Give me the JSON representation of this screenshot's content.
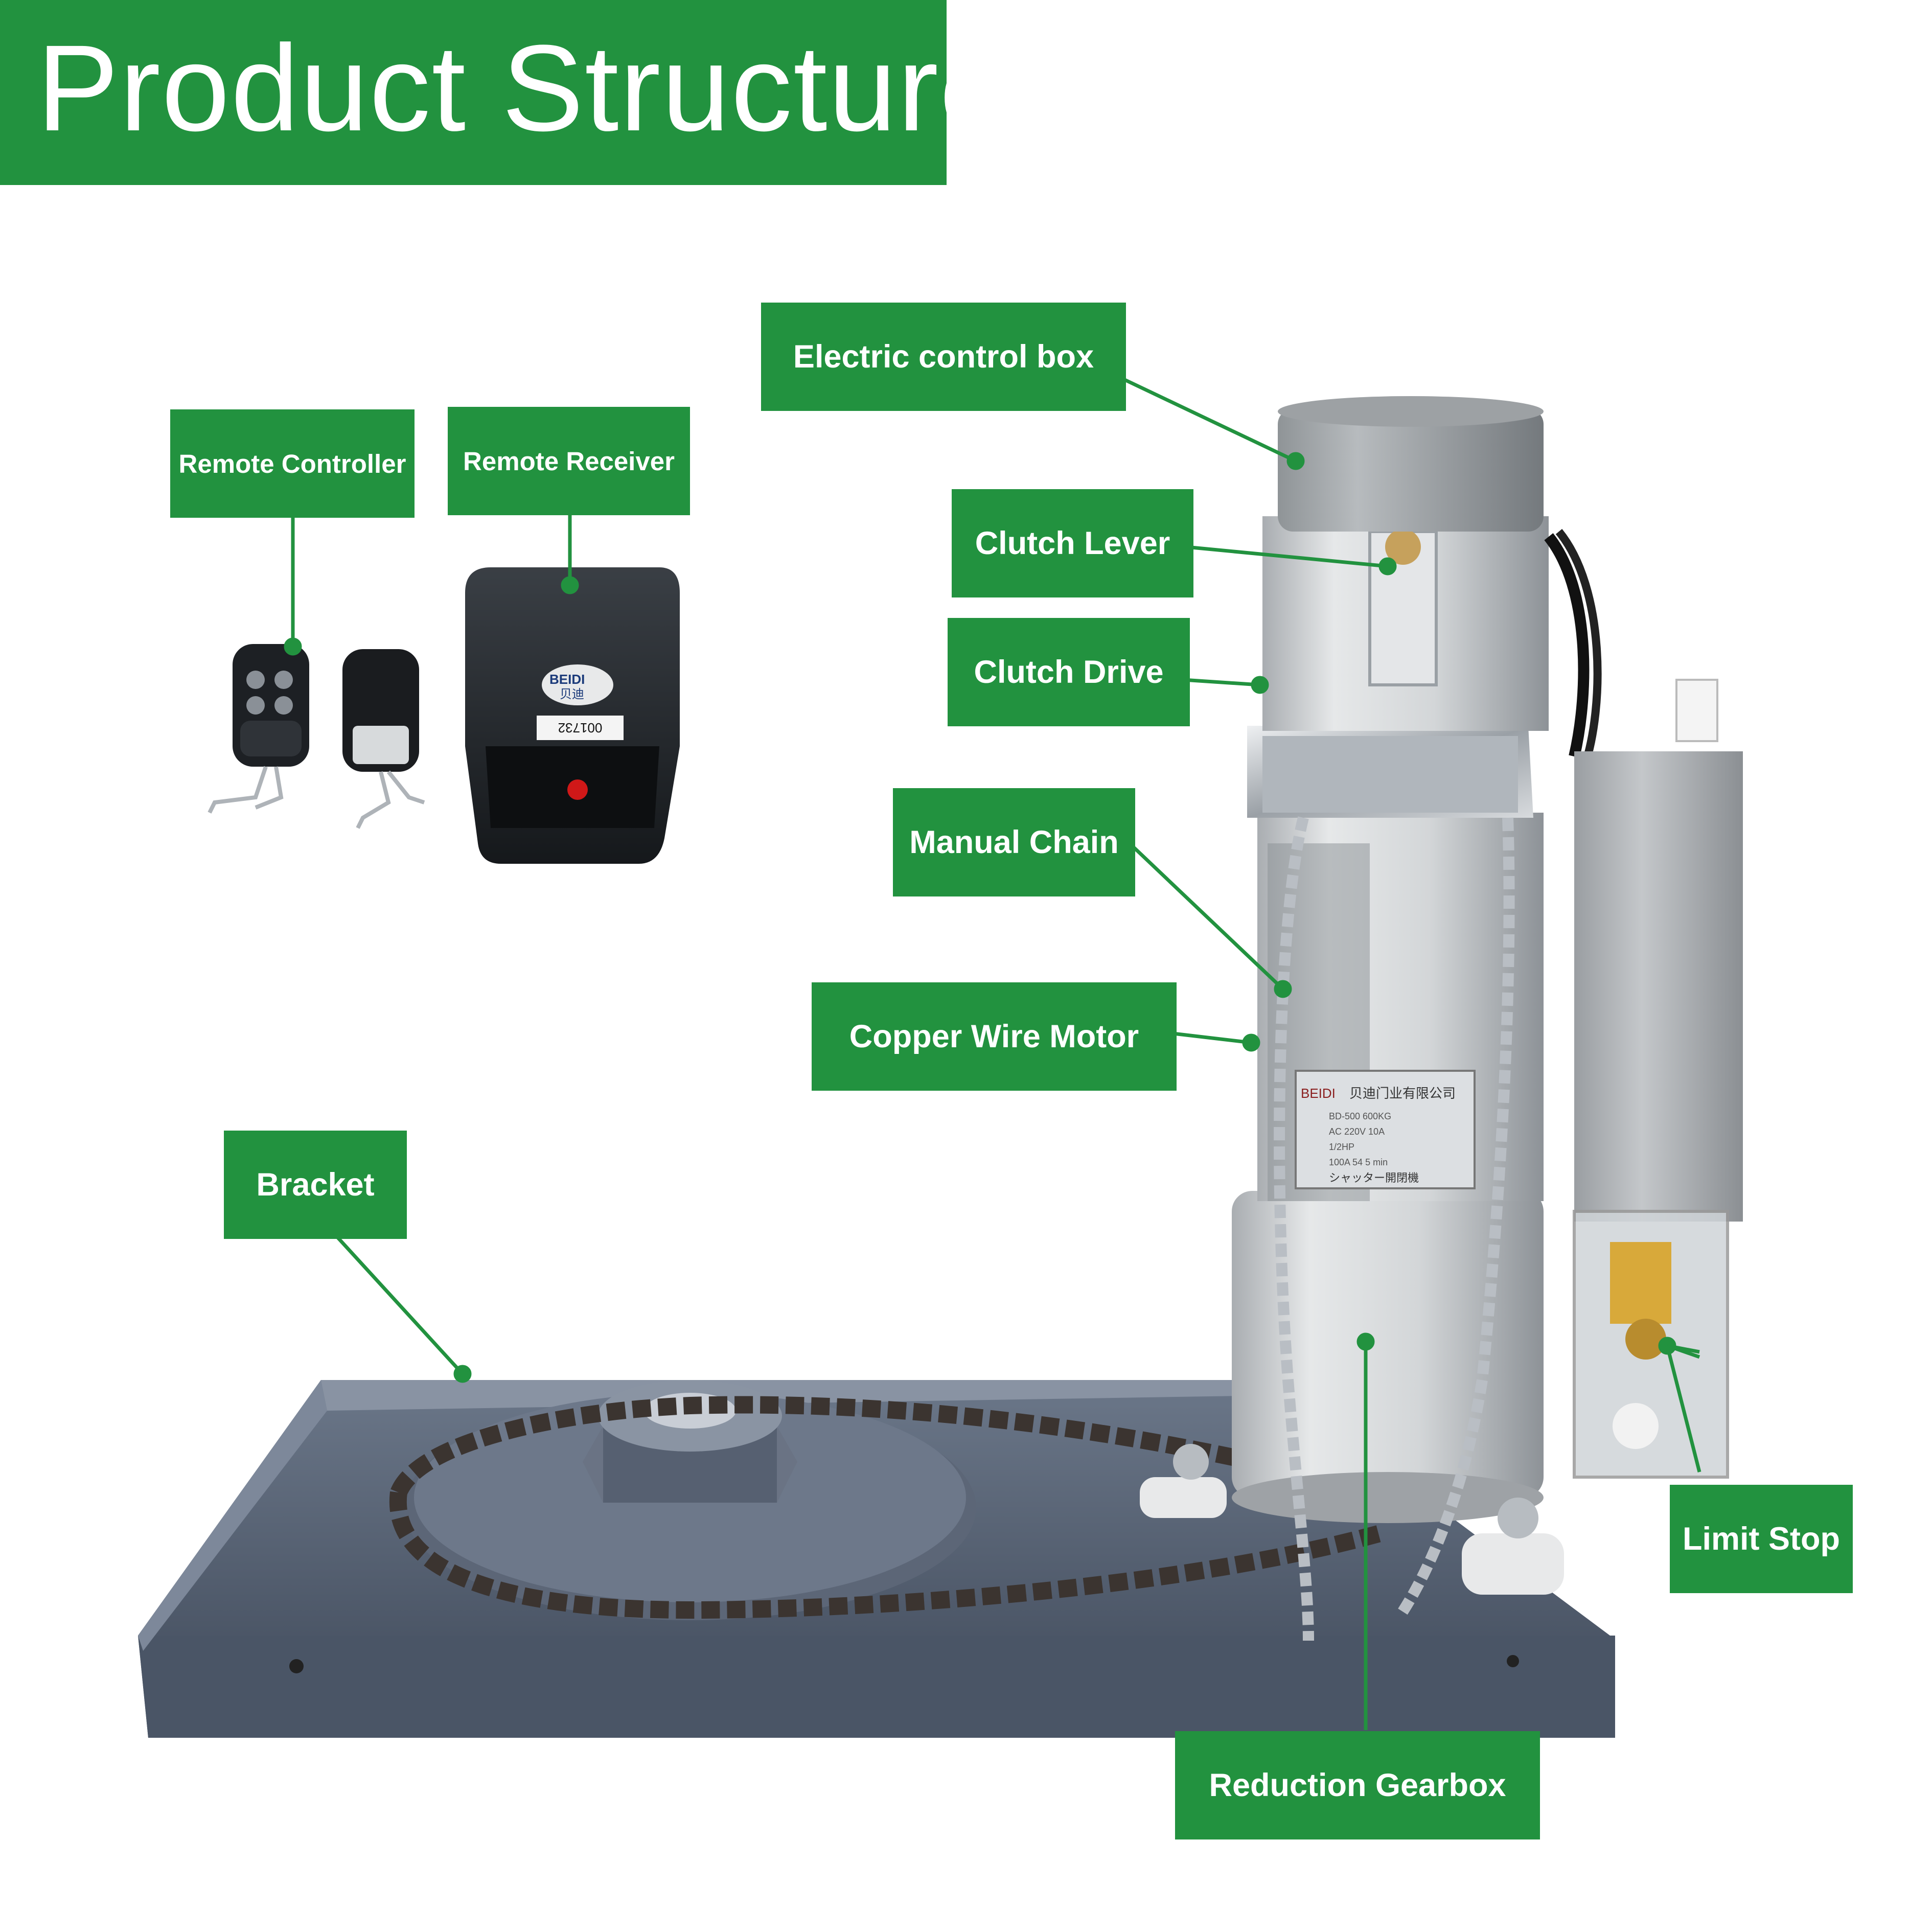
{
  "title": "Product Structure",
  "labels": {
    "electric_control_box": "Electric control box",
    "remote_controller": "Remote Controller",
    "remote_receiver": "Remote Receiver",
    "clutch_lever": "Clutch Lever",
    "clutch_drive": "Clutch Drive",
    "manual_chain": "Manual Chain",
    "copper_wire_motor": "Copper Wire Motor",
    "bracket": "Bracket",
    "limit_stop": "Limit Stop",
    "reduction_gearbox": "Reduction Gearbox"
  },
  "product_text": {
    "receiver_brand": "BEIDI",
    "receiver_brand_cn": "贝迪",
    "receiver_serial": "001732",
    "nameplate_header": "贝迪门业有限公司",
    "nameplate_brand": "BEIDI",
    "nameplate_rows": [
      "BD-500   600KG",
      "AC 220V   10A",
      "1/2HP",
      "100A 54   5 min"
    ],
    "nameplate_footer": "シャッター開閉機"
  },
  "colors": {
    "label_green": "#22923f",
    "pointer_green": "#22923f",
    "bracket_steel": "#4e5a6b",
    "motor_grey": "#c9ccce"
  }
}
